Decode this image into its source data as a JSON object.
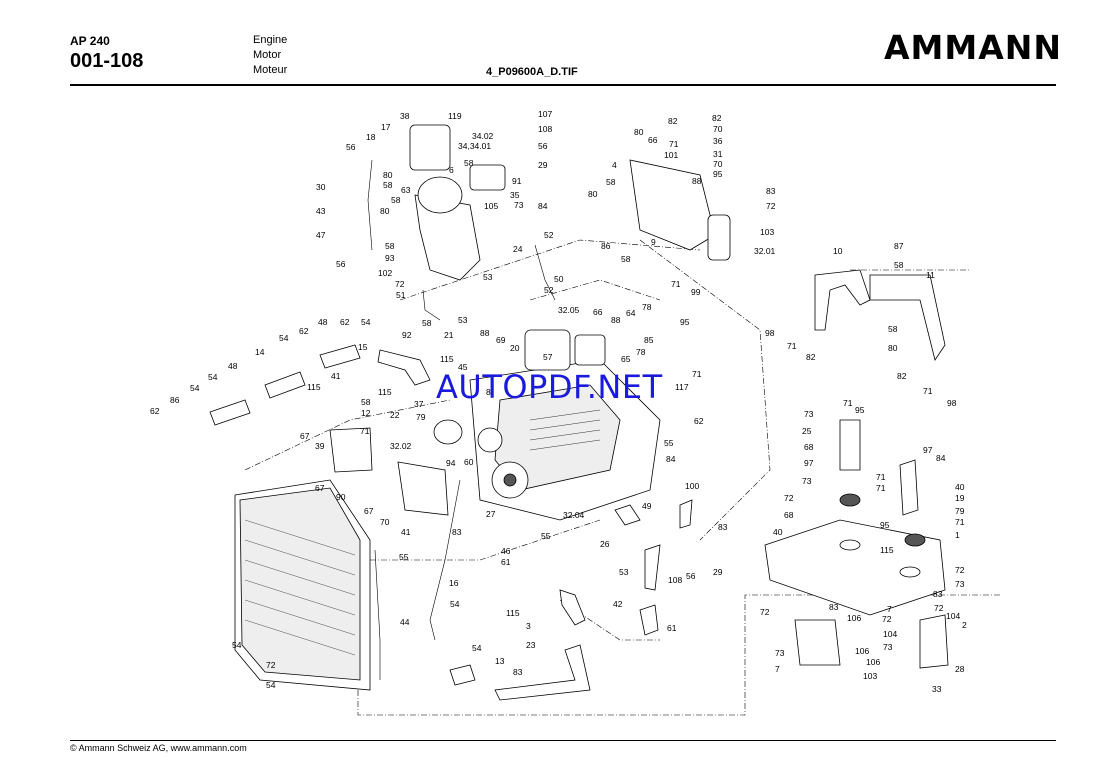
{
  "header": {
    "model": "AP 240",
    "page_code": "001-108",
    "languages": [
      "Engine",
      "Motor",
      "Moteur"
    ],
    "drawing_file": "4_P09600A_D.TIF",
    "brand": "AMMANN"
  },
  "watermark": "AUTOPDF.NET",
  "footer": {
    "copyright": "© Ammann Schweiz AG, www.ammann.com"
  },
  "callouts": [
    "38",
    "119",
    "107",
    "17",
    "34.02",
    "108",
    "34,34.01",
    "56",
    "18",
    "56",
    "29",
    "58",
    "80",
    "91",
    "58",
    "6",
    "35",
    "30",
    "63",
    "58",
    "105",
    "73",
    "84",
    "80",
    "43",
    "47",
    "58",
    "24",
    "52",
    "93",
    "56",
    "102",
    "53",
    "72",
    "51",
    "50",
    "52",
    "58",
    "53",
    "80",
    "66",
    "4",
    "82",
    "82",
    "71",
    "70",
    "101",
    "36",
    "31",
    "70",
    "95",
    "88",
    "58",
    "83",
    "80",
    "72",
    "9",
    "103",
    "32.01",
    "86",
    "58",
    "99",
    "71",
    "87",
    "10",
    "58",
    "11",
    "98",
    "71",
    "82",
    "58",
    "80",
    "82",
    "71",
    "98",
    "32.05",
    "66",
    "88",
    "78",
    "64",
    "95",
    "88",
    "69",
    "20",
    "85",
    "78",
    "65",
    "71",
    "92",
    "21",
    "115",
    "45",
    "57",
    "15",
    "62",
    "54",
    "48",
    "62",
    "54",
    "14",
    "41",
    "115",
    "115",
    "8",
    "117",
    "62",
    "54",
    "48",
    "54",
    "62",
    "86",
    "58",
    "12",
    "22",
    "71",
    "37",
    "79",
    "67",
    "39",
    "32.02",
    "55",
    "60",
    "94",
    "84",
    "73",
    "25",
    "68",
    "97",
    "71",
    "95",
    "71",
    "71",
    "97",
    "84",
    "40",
    "73",
    "19",
    "79",
    "67",
    "90",
    "67",
    "70",
    "41",
    "49",
    "100",
    "32.04",
    "27",
    "83",
    "72",
    "68",
    "95",
    "71",
    "1",
    "40",
    "115",
    "26",
    "55",
    "46",
    "61",
    "55",
    "16",
    "53",
    "108",
    "56",
    "29",
    "83",
    "72",
    "73",
    "83",
    "72",
    "104",
    "72",
    "83",
    "106",
    "72",
    "104",
    "2",
    "28",
    "54",
    "115",
    "42",
    "61",
    "44",
    "3",
    "73",
    "106",
    "103",
    "73",
    "106",
    "7",
    "7",
    "33",
    "54",
    "23",
    "54",
    "13",
    "83",
    "72",
    "54"
  ]
}
